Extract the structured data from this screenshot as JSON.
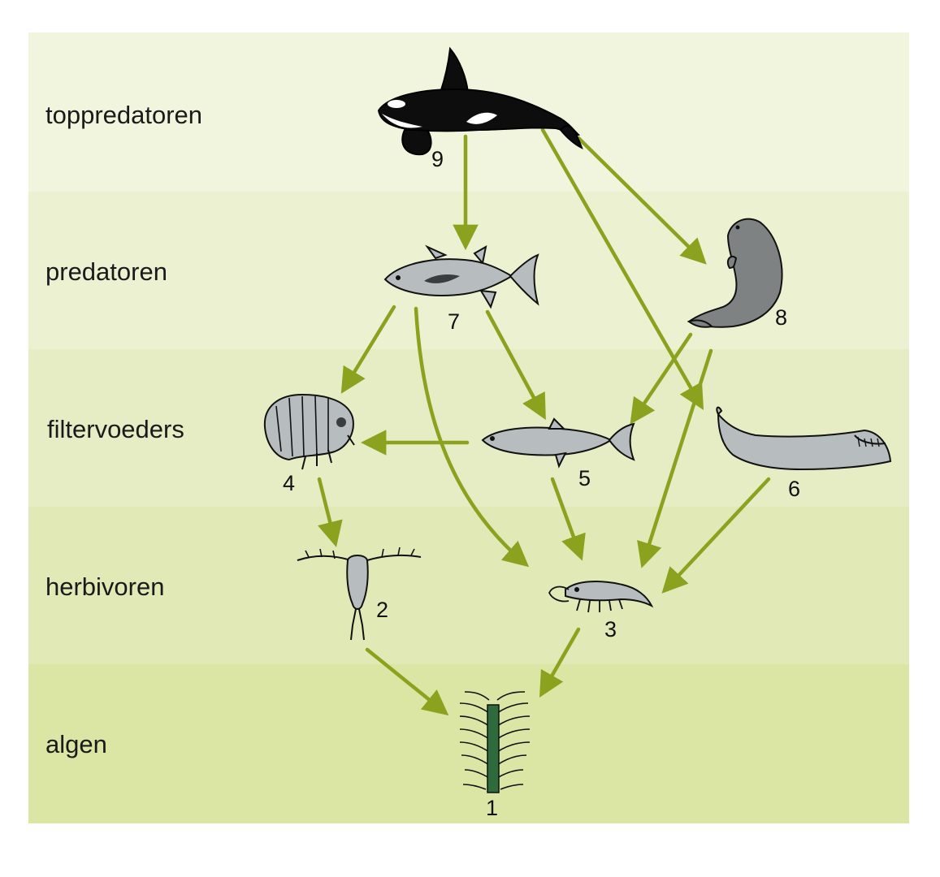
{
  "colors": {
    "arrow": "#8aa21e",
    "band_0": "#f2f5de",
    "band_1": "#ecf1d2",
    "band_2": "#e6edc5",
    "band_3": "#e1e9b7",
    "band_4": "#dbe5a4",
    "algae_stem": "#2f6b3a",
    "orca_black": "#0d0d0d",
    "gray_fill": "#b7bcbe",
    "seal_fill": "#7f8283"
  },
  "levels": [
    {
      "label": "toppredatoren"
    },
    {
      "label": "predatoren"
    },
    {
      "label": "filtervoeders"
    },
    {
      "label": "herbivoren"
    },
    {
      "label": "algen"
    }
  ],
  "organisms": [
    {
      "number": "9",
      "icon": "orca-icon",
      "level": "toppredatoren"
    },
    {
      "number": "7",
      "icon": "tuna-icon",
      "level": "predatoren"
    },
    {
      "number": "8",
      "icon": "seal-icon",
      "level": "predatoren"
    },
    {
      "number": "4",
      "icon": "amphipod-icon",
      "level": "filtervoeders"
    },
    {
      "number": "5",
      "icon": "herring-icon",
      "level": "filtervoeders"
    },
    {
      "number": "6",
      "icon": "baleen-whale-icon",
      "level": "filtervoeders"
    },
    {
      "number": "2",
      "icon": "copepod-icon",
      "level": "herbivoren"
    },
    {
      "number": "3",
      "icon": "krill-icon",
      "level": "herbivoren"
    },
    {
      "number": "1",
      "icon": "algae-icon",
      "level": "algen"
    }
  ],
  "feeding_links": [
    {
      "from": "9",
      "to": "7"
    },
    {
      "from": "9",
      "to": "8"
    },
    {
      "from": "9",
      "to": "6"
    },
    {
      "from": "7",
      "to": "4"
    },
    {
      "from": "7",
      "to": "5"
    },
    {
      "from": "7",
      "to": "3"
    },
    {
      "from": "8",
      "to": "5"
    },
    {
      "from": "8",
      "to": "3"
    },
    {
      "from": "5",
      "to": "4"
    },
    {
      "from": "5",
      "to": "3"
    },
    {
      "from": "6",
      "to": "3"
    },
    {
      "from": "4",
      "to": "2"
    },
    {
      "from": "2",
      "to": "1"
    },
    {
      "from": "3",
      "to": "1"
    }
  ]
}
